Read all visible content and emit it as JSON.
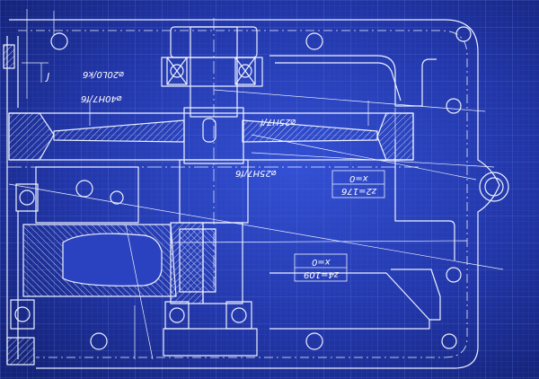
{
  "blueprint": {
    "colors": {
      "background": "#1a2b8c",
      "background_center": "#2f49c9",
      "grid_minor": "#3a55c8",
      "grid_major": "#5a74df",
      "line": "#e9eeff",
      "hatch": "#cfd8ff"
    },
    "labels": {
      "fit_top_left": "⌀40H7/f6",
      "fit_top_center": "⌀20L0/k6",
      "fit_hub_right": "⌀25H7/f",
      "fit_shaft_mid": "⌀25H7/f6",
      "mark_j": "J"
    },
    "callouts": [
      {
        "line1": "x=0",
        "line2": "z2=176"
      },
      {
        "line1": "x=0",
        "line2": "z4=109"
      }
    ]
  }
}
